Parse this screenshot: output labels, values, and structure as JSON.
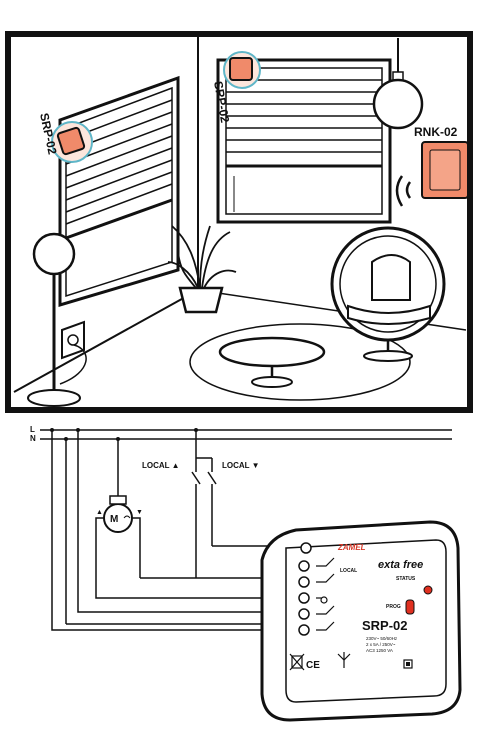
{
  "room": {
    "device_left_label": "SRP-02",
    "device_right_label": "SRP-02",
    "remote_label": "RNK-02"
  },
  "wiring": {
    "line_L": "L",
    "line_N": "N",
    "switch_up_label": "LOCAL ▲",
    "switch_down_label": "LOCAL ▼"
  },
  "module": {
    "brand": "ZAMEL",
    "series": "exta free",
    "status_label": "STATUS",
    "prog_label": "PROG",
    "model": "SRP-02",
    "local_label": "LOCAL",
    "spec_line1": "230V~ 50/60Hz",
    "spec_line2": "2 x 5A / 250V~",
    "spec_line3": "AC3 1250 VA",
    "ce_mark": "CE"
  },
  "colors": {
    "accent": "#f08a6a",
    "led_red": "#e03020",
    "outline": "#111111"
  }
}
